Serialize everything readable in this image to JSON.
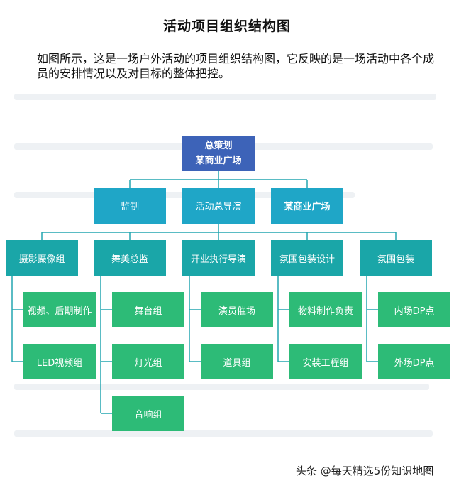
{
  "title": "活动项目组织结构图",
  "description": "如图所示，这是一场户外活动的项目组织结构图，它反映的是一场活动中各个成员的安排情况以及对目标的整体把控。",
  "org": {
    "root": {
      "line1": "总策划",
      "line2": "某商业广场"
    },
    "level1": [
      "监制",
      "活动总导演",
      "某商业广场"
    ],
    "level2": [
      "摄影摄像组",
      "舞美总监",
      "开业执行导演",
      "氛围包装设计",
      "氛围包装"
    ],
    "level3": {
      "photo": [
        "视频、后期制作",
        "LED视频组"
      ],
      "stage": [
        "舞台组",
        "灯光组",
        "音响组"
      ],
      "exec": [
        "演员催场",
        "道具组"
      ],
      "design": [
        "物料制作负责",
        "安装工程组"
      ],
      "decor": [
        "内场DP点",
        "外场DP点"
      ]
    }
  },
  "colors": {
    "root": "#3d63b8",
    "level1": "#1fa6c7",
    "level2": "#1aa6a8",
    "level3": "#2dbb77",
    "connector": "#23a6b0"
  },
  "watermark": "头条 @每天精选5份知识地图"
}
